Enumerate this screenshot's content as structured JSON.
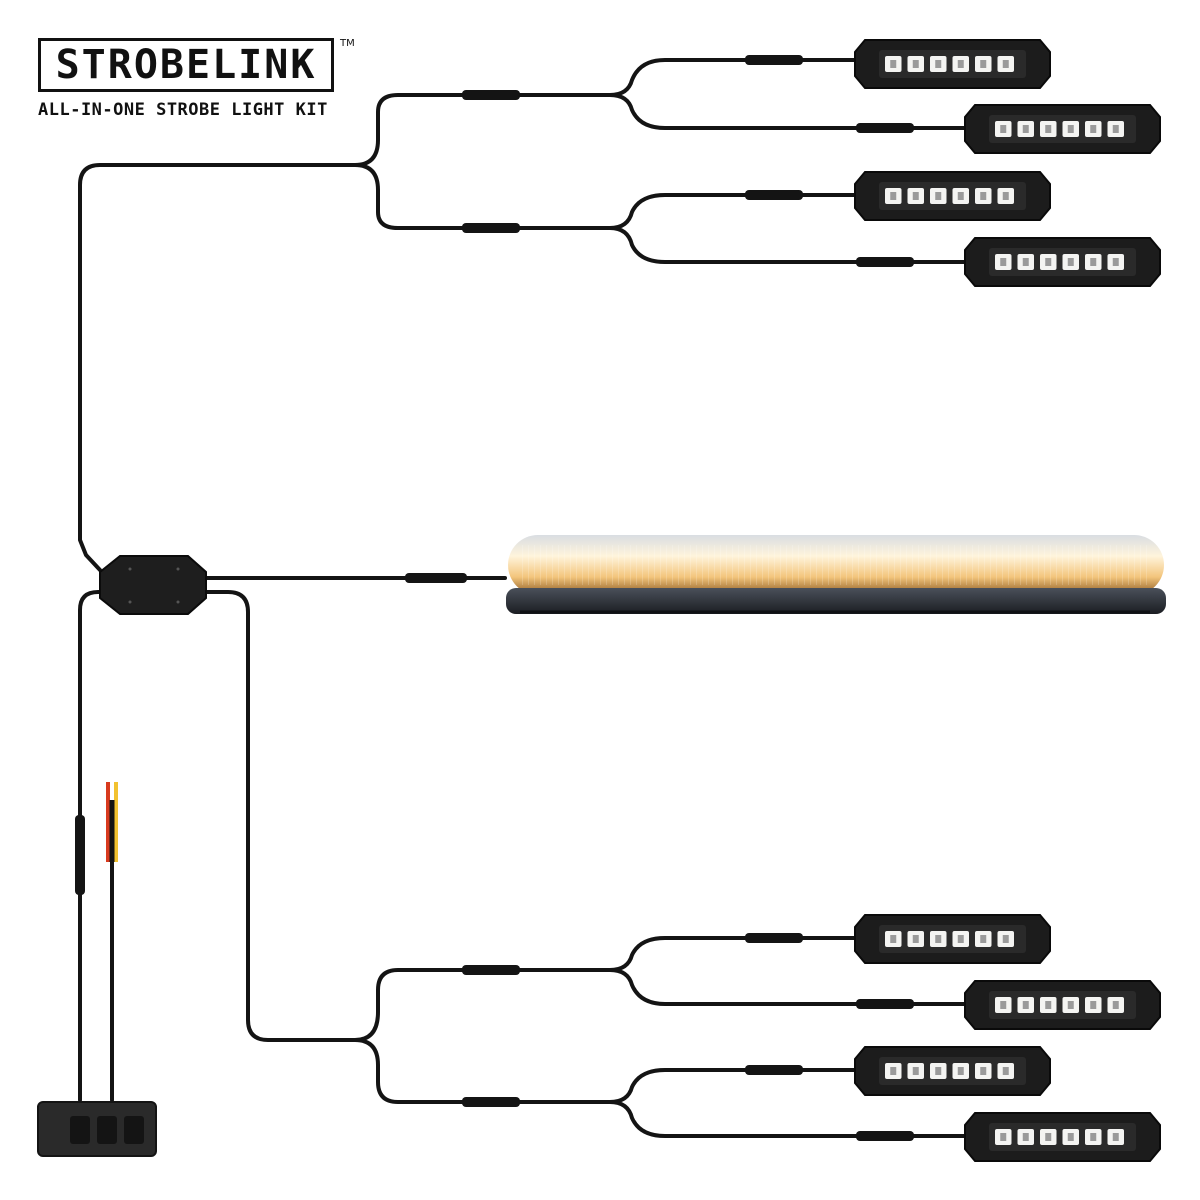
{
  "brand": {
    "name": "STROBELINK",
    "trademark": "TM",
    "tagline": "ALL-IN-ONE STROBE LIGHT KIT"
  },
  "colors": {
    "cable": "#141414",
    "housing": "#1c1c1c",
    "lens": "#2a2a2a",
    "led_white": "#f4f4f2",
    "led_amber": "#f5c26b",
    "wire_red": "#d83a1e",
    "wire_yellow": "#f2c230"
  },
  "icons": {
    "control_box": "controller-module-icon",
    "switch_panel": "three-rocker-switch-icon",
    "light_bar": "amber-light-bar-icon",
    "strobe_pod": "led-strobe-pod-icon"
  },
  "components": {
    "strobe_pod_count": 8,
    "led_per_pod": 6,
    "switch_count": 3,
    "light_bar_count": 1
  }
}
